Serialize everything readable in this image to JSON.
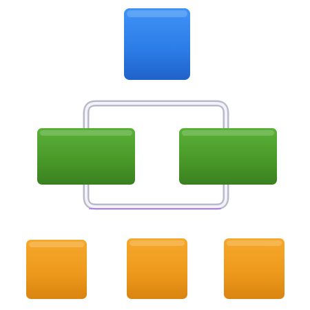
{
  "diagram": {
    "type": "hierarchy-flowchart-icon",
    "colors": {
      "top_node": "#2f7ee6",
      "middle_nodes": "#4a9a2a",
      "bottom_nodes": "#ef9a1c",
      "connectors": "#d8d8e6"
    },
    "nodes": [
      {
        "id": "top",
        "level": 1,
        "color_role": "top_node"
      },
      {
        "id": "middle-left",
        "level": 2,
        "color_role": "middle_nodes"
      },
      {
        "id": "middle-right",
        "level": 2,
        "color_role": "middle_nodes"
      },
      {
        "id": "bottom-left",
        "level": 3,
        "color_role": "bottom_nodes"
      },
      {
        "id": "bottom-center",
        "level": 3,
        "color_role": "bottom_nodes"
      },
      {
        "id": "bottom-right",
        "level": 3,
        "color_role": "bottom_nodes"
      }
    ],
    "connections": [
      {
        "from": "top",
        "to": "middle-left"
      },
      {
        "from": "top",
        "to": "middle-right"
      },
      {
        "from": "middle-left",
        "to": "bottom-center"
      },
      {
        "from": "middle-right",
        "to": "bottom-center"
      },
      {
        "from": "bottom-left",
        "to": "bottom-center"
      },
      {
        "from": "bottom-center",
        "to": "bottom-right"
      }
    ]
  }
}
